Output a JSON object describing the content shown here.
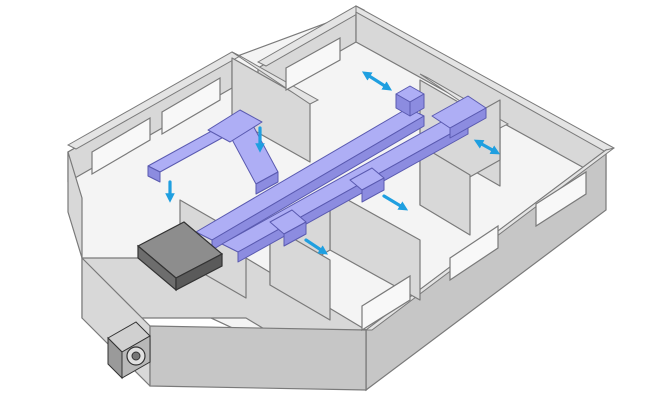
{
  "diagram": {
    "kind": "isometric-cutaway",
    "subject": "building",
    "components": [
      {
        "id": "air-handler",
        "label": ""
      },
      {
        "id": "outdoor-unit",
        "label": ""
      },
      {
        "id": "supply-duct-trunk",
        "label": ""
      },
      {
        "id": "return-duct-trunk",
        "label": ""
      }
    ],
    "airflow_arrow_count": 6,
    "window_count": 7
  },
  "colors": {
    "wall_top": "#e4e4e4",
    "wall_face": "#d8d8d8",
    "wall_dark": "#c6c6c6",
    "floor": "#f4f4f4",
    "outline": "#7a7a7a",
    "duct_top": "#aeaef5",
    "duct_side": "#8c8ce0",
    "duct_outline": "#5a5ab0",
    "air_handler_top": "#8d8d8d",
    "air_handler_side": "#6d6d6d",
    "arrow": "#1f9fe0",
    "window_fill": "#f8f8f8"
  }
}
